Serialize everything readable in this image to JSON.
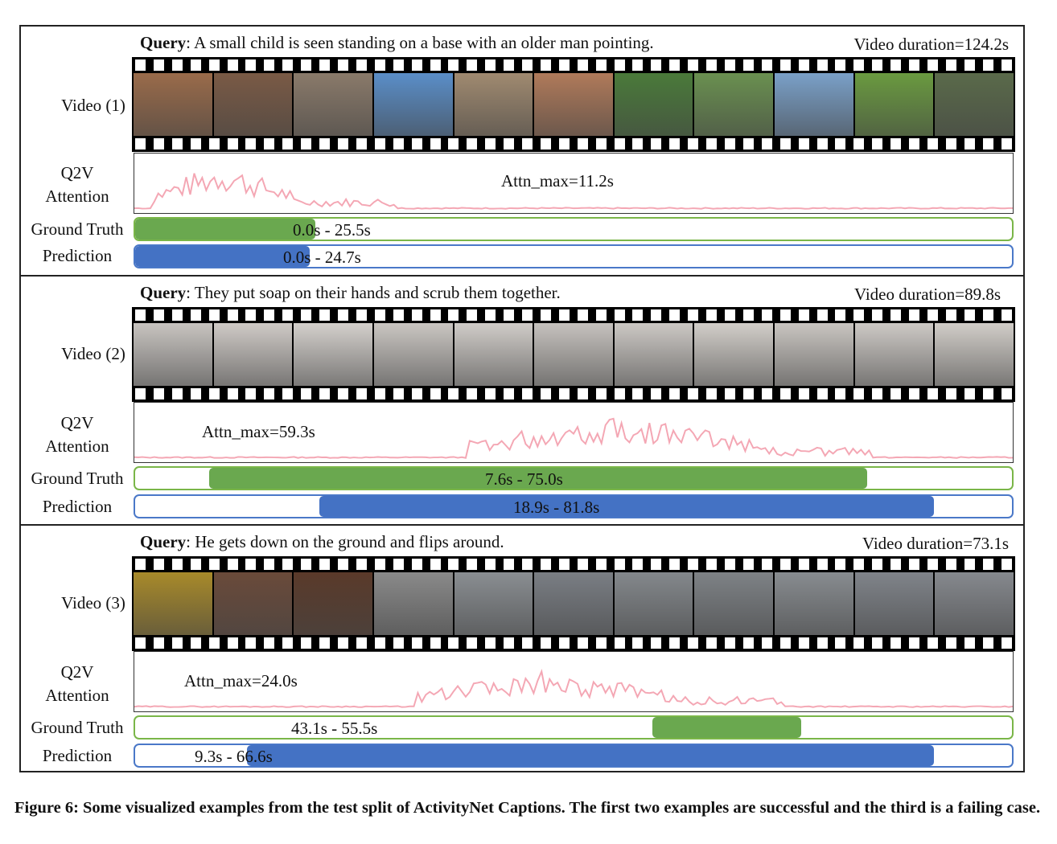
{
  "examples": [
    {
      "query_label": "Query",
      "query_text": ": A small child is seen standing on a base with an older man pointing.",
      "duration": "Video duration=124.2s",
      "video_label": "Video (1)",
      "q2v_label_1": "Q2V",
      "q2v_label_2": "Attention",
      "attn_max": "Attn_max=11.2s",
      "gt_label": "Ground Truth",
      "gt_range": "0.0s - 25.5s",
      "pred_label": "Prediction",
      "pred_range": "0.0s - 24.7s",
      "duration_s": 124.2,
      "gt_start_s": 0.0,
      "gt_end_s": 25.5,
      "pred_start_s": 0.0,
      "pred_end_s": 24.7,
      "frame_colors": [
        "#9a6b4a",
        "#7a5a45",
        "#8a7a6a",
        "#5a8ec8",
        "#a08a70",
        "#b07a5a",
        "#4a7a3a",
        "#6a9050",
        "#7aa0c8",
        "#6a9a40",
        "#5a6a4a"
      ]
    },
    {
      "query_label": "Query",
      "query_text": ": They put soap on their hands and scrub them together.",
      "duration": "Video duration=89.8s",
      "video_label": "Video (2)",
      "q2v_label_1": "Q2V",
      "q2v_label_2": "Attention",
      "attn_max": "Attn_max=59.3s",
      "gt_label": "Ground Truth",
      "gt_range": "7.6s - 75.0s",
      "pred_label": "Prediction",
      "pred_range": "18.9s - 81.8s",
      "duration_s": 89.8,
      "gt_start_s": 7.6,
      "gt_end_s": 75.0,
      "pred_start_s": 18.9,
      "pred_end_s": 81.8,
      "frame_colors": [
        "#c8c4c0",
        "#cfcac6",
        "#d4d0cc",
        "#cac6c2",
        "#d0ccc8",
        "#c6c2be",
        "#ccc8c4",
        "#d2cec9",
        "#c9c5c1",
        "#cdc9c5",
        "#d1cdc8"
      ]
    },
    {
      "query_label": "Query",
      "query_text": ":  He gets down on the ground and flips around.",
      "duration": "Video duration=73.1s",
      "video_label": "Video (3)",
      "q2v_label_1": "Q2V",
      "q2v_label_2": "Attention",
      "attn_max": "Attn_max=24.0s",
      "gt_label": "Ground Truth",
      "gt_range": "43.1s - 55.5s",
      "pred_label": "Prediction",
      "pred_range": "9.3s - 66.6s",
      "duration_s": 73.1,
      "gt_start_s": 43.1,
      "gt_end_s": 55.5,
      "pred_start_s": 9.3,
      "pred_end_s": 66.6,
      "frame_colors": [
        "#a88a2a",
        "#6a4a3a",
        "#5a3a2a",
        "#8a8a8a",
        "#8a8e92",
        "#7a7e84",
        "#84888c",
        "#7e8286",
        "#888c90",
        "#80848a",
        "#86898e"
      ]
    }
  ],
  "caption": "Figure 6: Some visualized examples from the test split of ActivityNet Captions. The first two examples are successful and the third is a failing case.",
  "colors": {
    "gt": "#6aa84f",
    "pred": "#4472c4",
    "attention": "#f4a7b4"
  }
}
